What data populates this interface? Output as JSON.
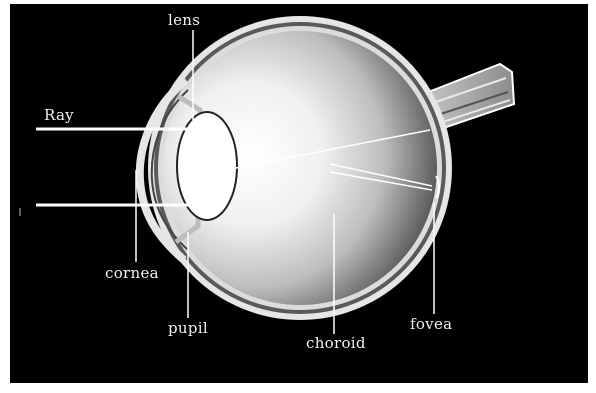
{
  "diagram": {
    "labels": {
      "lens": "lens",
      "ray": "Ray",
      "cornea": "cornea",
      "pupil": "pupil",
      "choroid": "choroid",
      "fovea": "fovea"
    },
    "colors": {
      "background": "#000000",
      "frame": "#ffffff",
      "lens": "#ffffff",
      "label": "#f2f2f2"
    }
  }
}
